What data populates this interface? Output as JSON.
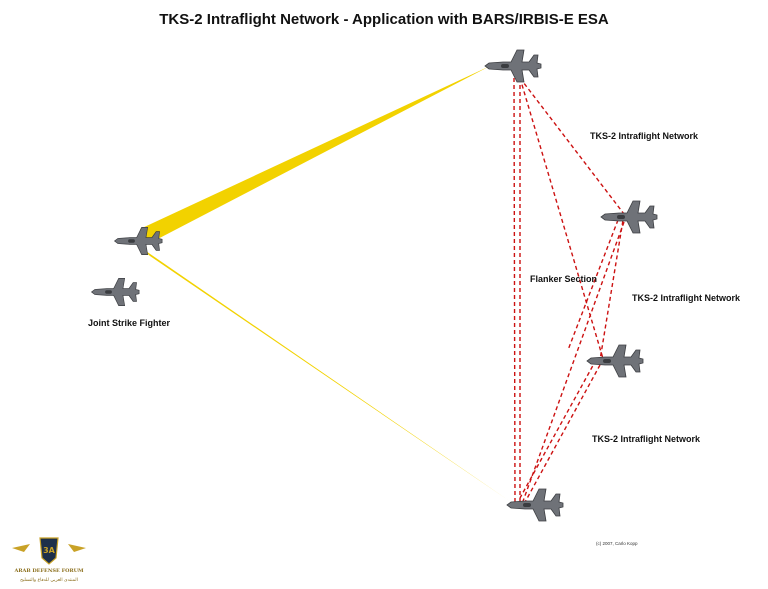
{
  "title": "TKS-2 Intraflight Network - Application with BARS/IRBIS-E ESA",
  "labels": {
    "network_top": "TKS-2 Intraflight Network",
    "network_mid": "TKS-2 Intraflight Network",
    "network_bottom": "TKS-2 Intraflight Network",
    "flanker_section": "Flanker Section",
    "jsf": "Joint Strike Fighter",
    "copyright": "(c) 2007, Carlo Kopp"
  },
  "colors": {
    "radar_beam": "#f2d200",
    "datalink": "#cc1111",
    "aircraft": "#6f7278"
  },
  "watermark": {
    "badge": "3A",
    "name": "ARAB DEFENSE FORUM",
    "subtitle": "المنتدى العربي للدفاع والتسليح"
  }
}
